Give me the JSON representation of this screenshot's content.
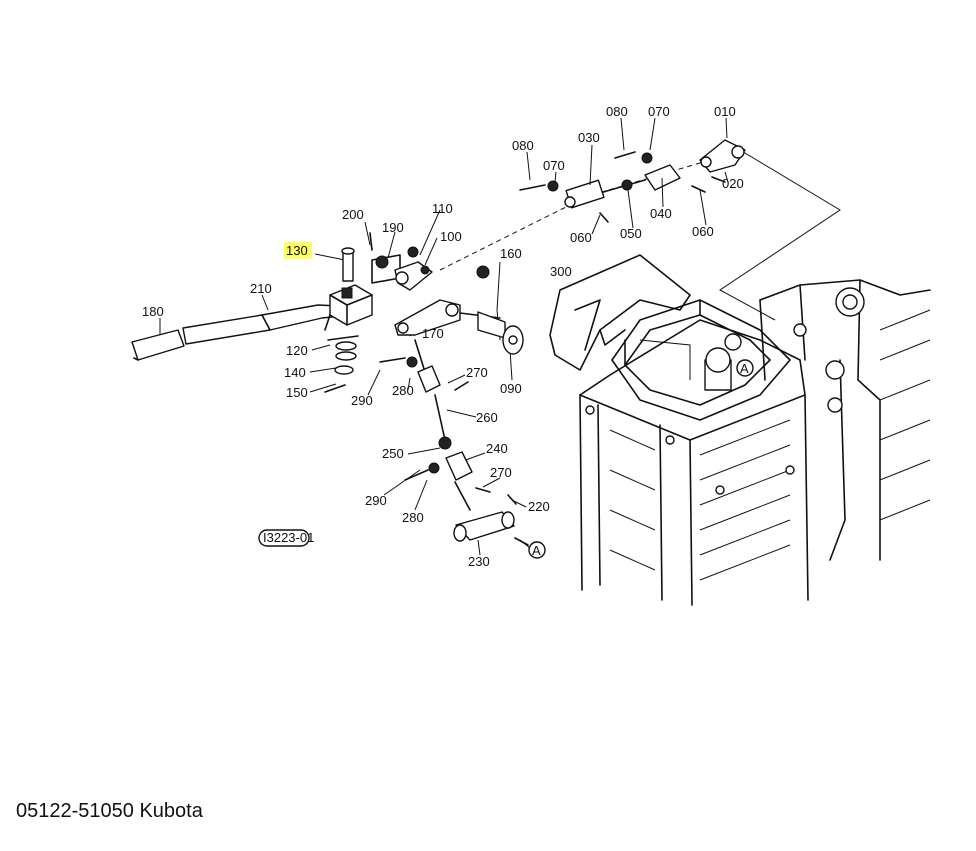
{
  "diagram": {
    "highlight_color": "#ffff66",
    "highlighted_part": "130",
    "labels": {
      "p010": "010",
      "p020": "020",
      "p030": "030",
      "p040": "040",
      "p050": "050",
      "p060a": "060",
      "p060b": "060",
      "p070a": "070",
      "p070b": "070",
      "p080a": "080",
      "p080b": "080",
      "p090": "090",
      "p100": "100",
      "p110": "110",
      "p120": "120",
      "p130": "130",
      "p140": "140",
      "p150": "150",
      "p160": "160",
      "p170": "170",
      "p180": "180",
      "p190": "190",
      "p200": "200",
      "p210": "210",
      "p220": "220",
      "p230": "230",
      "p240": "240",
      "p250": "250",
      "p260": "260",
      "p270a": "270",
      "p270b": "270",
      "p280a": "280",
      "p280b": "280",
      "p290a": "290",
      "p290b": "290",
      "p300": "300",
      "ref_a1": "A",
      "ref_a2": "A",
      "code": "I3223-01"
    }
  },
  "caption": "05122-51050 Kubota"
}
